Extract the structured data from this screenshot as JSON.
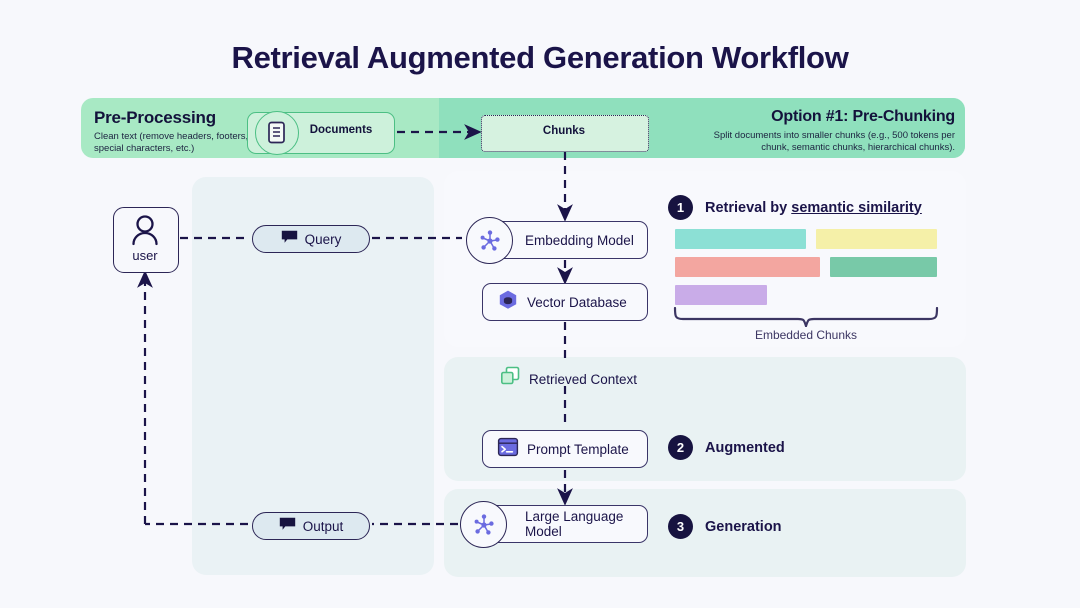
{
  "page": {
    "title": "Retrieval Augmented Generation Workflow",
    "background": "#f7f8fc",
    "ink": "#1b1449"
  },
  "preprocessing": {
    "heading": "Pre-Processing",
    "subtitle": "Clean text (remove headers, footers, special characters, etc.)",
    "documents_label": "Documents",
    "documents_icon": "document-icon",
    "band_color": "#a8e9c4"
  },
  "chunking": {
    "heading": "Option #1: Pre-Chunking",
    "subtitle": "Split documents into smaller chunks (e.g., 500 tokens per chunk, semantic chunks, hierarchical chunks).",
    "chunks_label": "Chunks",
    "band_color": "#8fe0bd"
  },
  "user": {
    "label": "user",
    "icon": "user-icon",
    "query_label": "Query",
    "query_icon": "speech-bubble-icon",
    "output_label": "Output",
    "output_icon": "speech-bubble-icon"
  },
  "nodes": {
    "embedding_model": "Embedding Model",
    "embedding_icon": "network-nodes-icon",
    "vector_database": "Vector Database",
    "vector_icon": "hexagon-database-icon",
    "retrieved_context": "Retrieved Context",
    "retrieved_icon": "layered-squares-icon",
    "prompt_template": "Prompt Template",
    "prompt_icon": "terminal-icon",
    "large_language_model": "Large Language Model",
    "llm_icon": "network-nodes-icon"
  },
  "steps": [
    {
      "number": "1",
      "prefix": "Retrieval by ",
      "emphasis": "semantic similarity"
    },
    {
      "number": "2",
      "prefix": "Augmented",
      "emphasis": ""
    },
    {
      "number": "3",
      "prefix": "Generation",
      "emphasis": ""
    }
  ],
  "embedded_chunks": {
    "caption": "Embedded Chunks",
    "rows": [
      [
        {
          "color": "#8ce0d5",
          "width": 131
        },
        {
          "color": "#f5f0a8",
          "width": 121
        }
      ],
      [
        {
          "color": "#f3a6a0",
          "width": 145
        },
        {
          "color": "#78c9a8",
          "width": 107
        }
      ],
      [
        {
          "color": "#c9ace8",
          "width": 92
        }
      ]
    ]
  }
}
